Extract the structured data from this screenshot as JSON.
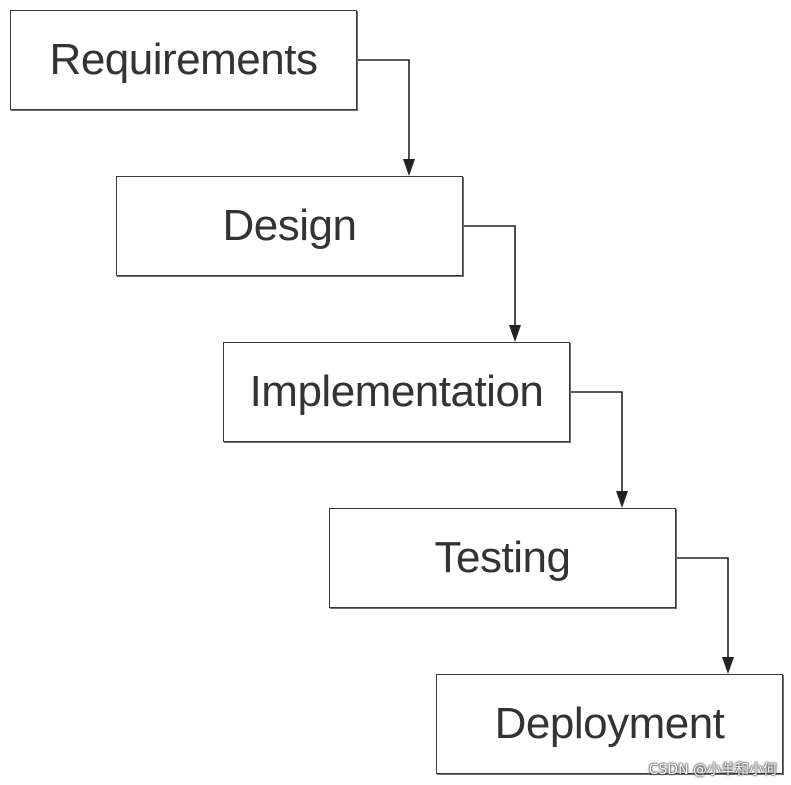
{
  "diagram": {
    "steps": [
      {
        "id": "requirements",
        "label": "Requirements"
      },
      {
        "id": "design",
        "label": "Design"
      },
      {
        "id": "implementation",
        "label": "Implementation"
      },
      {
        "id": "testing",
        "label": "Testing"
      },
      {
        "id": "deployment",
        "label": "Deployment"
      }
    ],
    "connectors": [
      {
        "from": "requirements",
        "to": "design"
      },
      {
        "from": "design",
        "to": "implementation"
      },
      {
        "from": "implementation",
        "to": "testing"
      },
      {
        "from": "testing",
        "to": "deployment"
      }
    ],
    "colors": {
      "box_border": "#3a3a3a",
      "text": "#333333",
      "arrow": "#222222",
      "background": "#ffffff"
    }
  },
  "watermark": "CSDN @小羊和小何"
}
